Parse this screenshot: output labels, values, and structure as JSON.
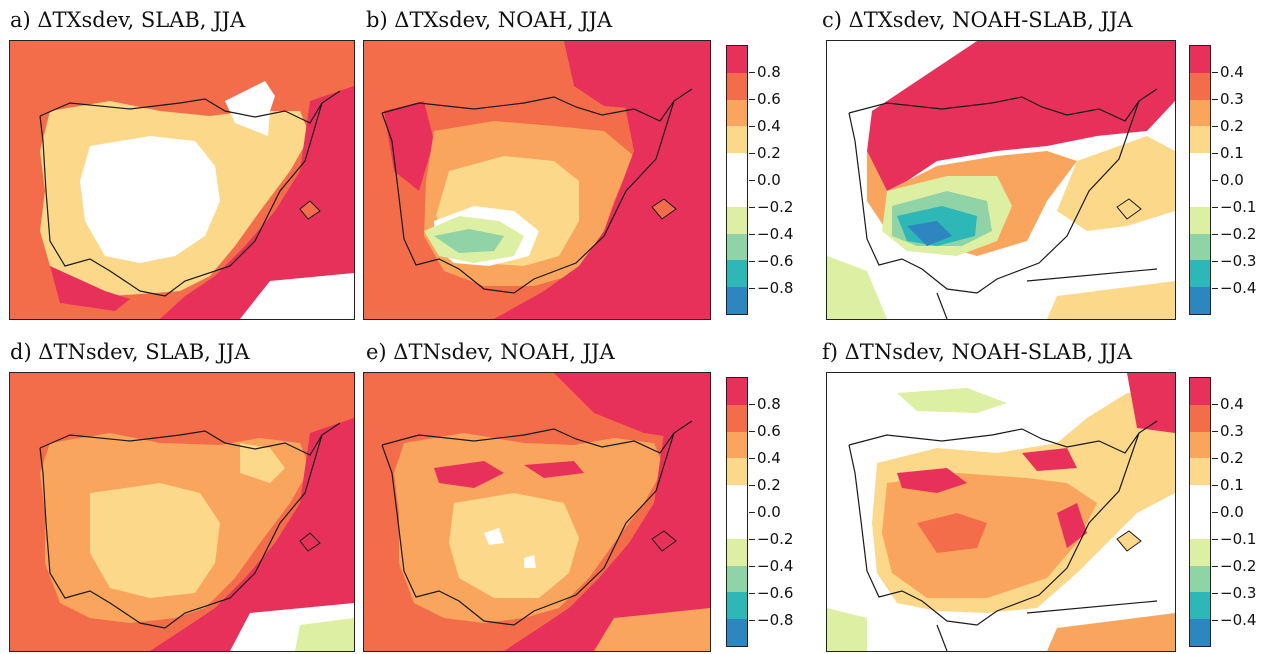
{
  "palette": [
    "#e8315a",
    "#f46d4a",
    "#f9a55e",
    "#fcd88b",
    "#ffffff",
    "#dcefa3",
    "#8fd3a6",
    "#2eb7b7",
    "#2e86c1"
  ],
  "ocean_color": "#f46d4a",
  "coast_color": "#1a1a1a",
  "panels": [
    {
      "title": "a) ΔTXsdev, SLAB, JJA",
      "variable": "TXsdev",
      "model": "SLAB"
    },
    {
      "title": "b) ΔTXsdev, NOAH, JJA",
      "variable": "TXsdev",
      "model": "NOAH"
    },
    {
      "title": "c) ΔTXsdev, NOAH-SLAB, JJA",
      "variable": "TXsdev",
      "model": "NOAH-SLAB"
    },
    {
      "title": "d) ΔTNsdev, SLAB, JJA",
      "variable": "TNsdev",
      "model": "SLAB"
    },
    {
      "title": "e) ΔTNsdev, NOAH, JJA",
      "variable": "TNsdev",
      "model": "NOAH"
    },
    {
      "title": "f) ΔTNsdev, NOAH-SLAB, JJA",
      "variable": "TNsdev",
      "model": "NOAH-SLAB"
    }
  ],
  "colorbars": [
    {
      "name": "absolute-top",
      "labels": [
        "0.8",
        "0.6",
        "0.4",
        "0.2",
        "0.0",
        "−0.2",
        "−0.4",
        "−0.6",
        "−0.8"
      ]
    },
    {
      "name": "difference-top",
      "labels": [
        "0.4",
        "0.3",
        "0.2",
        "0.1",
        "0.0",
        "−0.1",
        "−0.2",
        "−0.3",
        "−0.4"
      ]
    },
    {
      "name": "absolute-bottom",
      "labels": [
        "0.8",
        "0.6",
        "0.4",
        "0.2",
        "0.0",
        "−0.2",
        "−0.4",
        "−0.6",
        "−0.8"
      ]
    },
    {
      "name": "difference-bottom",
      "labels": [
        "0.4",
        "0.3",
        "0.2",
        "0.1",
        "0.0",
        "−0.1",
        "−0.2",
        "−0.3",
        "−0.4"
      ]
    }
  ]
}
